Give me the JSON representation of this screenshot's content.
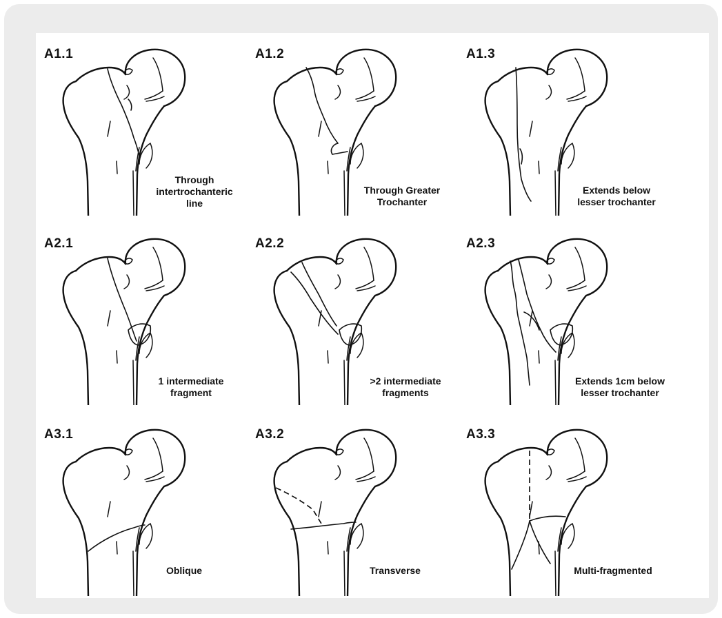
{
  "figure": {
    "cells": [
      {
        "code": "A1.1",
        "caption": "Through\nintertrochanteric\nline"
      },
      {
        "code": "A1.2",
        "caption": "Through  Greater\nTrochanter"
      },
      {
        "code": "A1.3",
        "caption": "Extends below\nlesser trochanter"
      },
      {
        "code": "A2.1",
        "caption": "1 intermediate\nfragment"
      },
      {
        "code": "A2.2",
        "caption": ">2 intermediate\nfragments"
      },
      {
        "code": "A2.3",
        "caption": "Extends 1cm below\nlesser trochanter"
      },
      {
        "code": "A3.1",
        "caption": "Oblique"
      },
      {
        "code": "A3.2",
        "caption": "Transverse"
      },
      {
        "code": "A3.3",
        "caption": "Multi-fragmented"
      }
    ]
  }
}
